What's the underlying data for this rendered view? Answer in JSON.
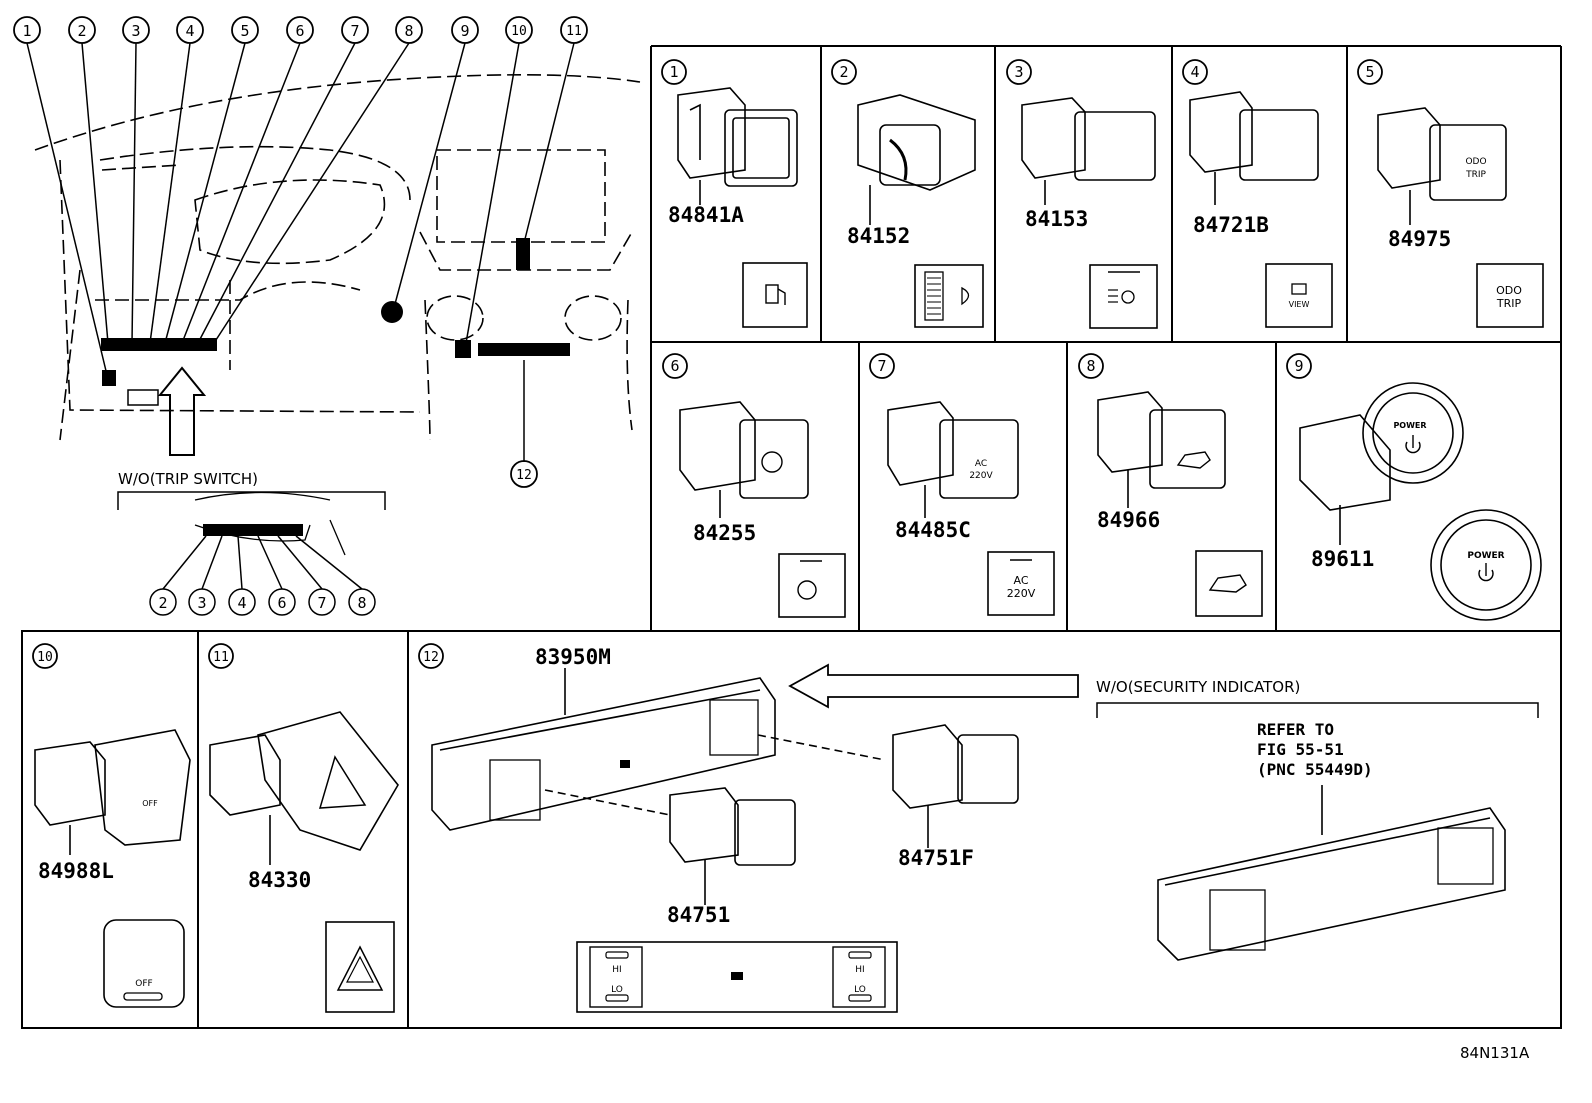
{
  "callouts": {
    "c1": "1",
    "c2": "2",
    "c3": "3",
    "c4": "4",
    "c5": "5",
    "c6": "6",
    "c7": "7",
    "c8": "8",
    "c9": "9",
    "c10": "10",
    "c11": "11",
    "c12": "12"
  },
  "overview": {
    "trip_label": "W/O(TRIP SWITCH)"
  },
  "parts": {
    "p1": "84841A",
    "p2": "84152",
    "p3": "84153",
    "p4": "84721B",
    "p5": "84975",
    "p6": "84255",
    "p7": "84485C",
    "p8": "84966",
    "p9": "89611",
    "p10": "84988L",
    "p11": "84330",
    "p12": "83950M",
    "p12b": "84751F",
    "p12c": "84751"
  },
  "switch_faces": {
    "odo": "ODO",
    "trip": "TRIP",
    "view": "VIEW",
    "ac": "AC",
    "v220": "220V",
    "power": "POWER",
    "off": "OFF",
    "hi": "HI",
    "lo": "LO"
  },
  "panel12": {
    "security_label": "W/O(SECURITY INDICATOR)",
    "refer_line1": "REFER TO",
    "refer_line2": "FIG 55-51",
    "refer_line3": "(PNC 55449D)"
  },
  "figure_code": "84N131A"
}
